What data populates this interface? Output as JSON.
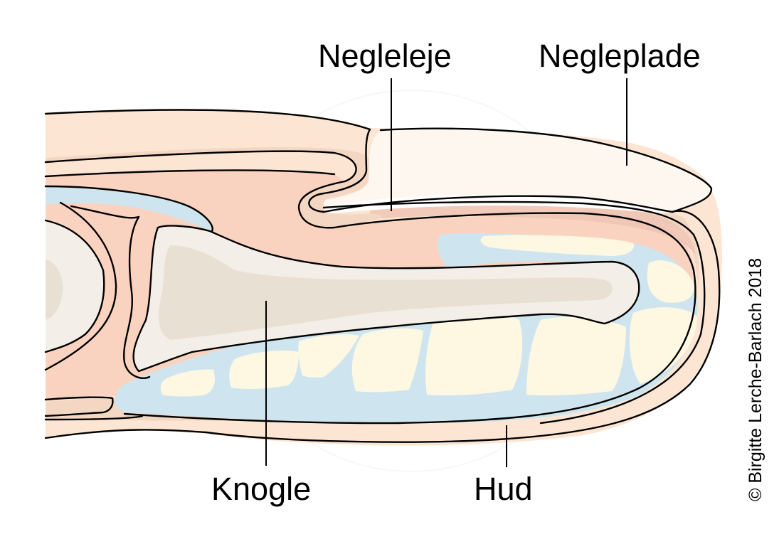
{
  "figure": {
    "subject": "Cross-section of a fingertip with nail",
    "labels": {
      "nail_bed": "Negleleje",
      "nail_plate": "Negleplade",
      "bone": "Knogle",
      "skin": "Hud"
    },
    "copyright": "© Birgitte Lerche-Barlach 2018"
  },
  "colors": {
    "skin_outer": "#FCE6D3",
    "skin_dermis": "#F3D7C3",
    "soft_tissue": "#FAD3C0",
    "nail_bed_tint": "#EDC3B4",
    "nail_plate": "#FEF7F0",
    "bone_cortex": "#F3EFE8",
    "bone_marrow": "#E8E0D2",
    "fat_septa_blue": "#CEE5EF",
    "fat_lobule": "#FEF8E2",
    "outline": "#000000"
  }
}
